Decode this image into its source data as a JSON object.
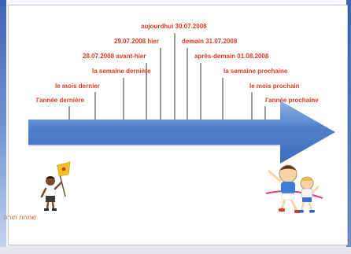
{
  "timeline": {
    "labels": [
      "l'année dernière",
      "le mois dernier",
      "la semaine dernière",
      "28.07.2008 avant-hier",
      "29.07.2008 hier",
      "aujourdhui 30.07.2008",
      "demain 31.07.2008",
      "après-demain 01.08.2008",
      "la semaine prochaine",
      "le mois prochain",
      "l'année prochaine"
    ]
  },
  "colors": {
    "label": "#e23a1e",
    "arrow": "#4f7fc8",
    "arrow_light": "#7aa3dc",
    "tick": "#333333"
  },
  "illustrations": {
    "left_caption": "שמחת תורה",
    "left_icon": "boy-with-flag-icon",
    "right_icon": "running-children-icon"
  }
}
